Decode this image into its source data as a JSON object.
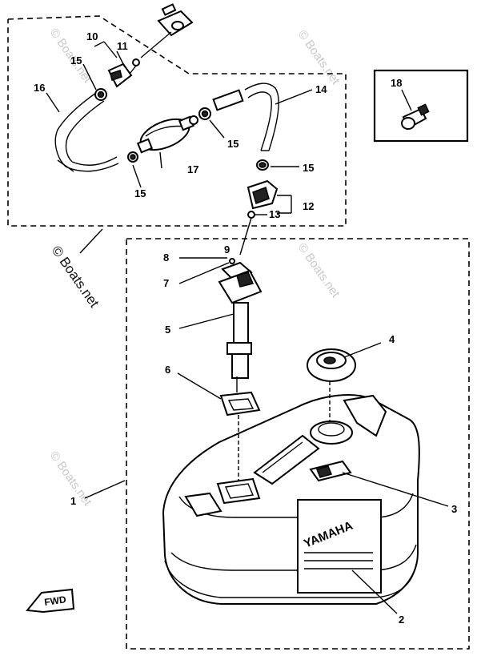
{
  "watermark": "© Boats.net",
  "brand": "YAMAHA",
  "fwd": "FWD",
  "callouts": {
    "c1": "1",
    "c2": "2",
    "c3": "3",
    "c4": "4",
    "c5": "5",
    "c6": "6",
    "c7": "7",
    "c8": "8",
    "c9": "9",
    "c10": "10",
    "c11": "11",
    "c12": "12",
    "c13": "13",
    "c14": "14",
    "c15a": "15",
    "c15b": "15",
    "c15c": "15",
    "c15d": "15",
    "c16": "16",
    "c17": "17",
    "c18": "18"
  }
}
